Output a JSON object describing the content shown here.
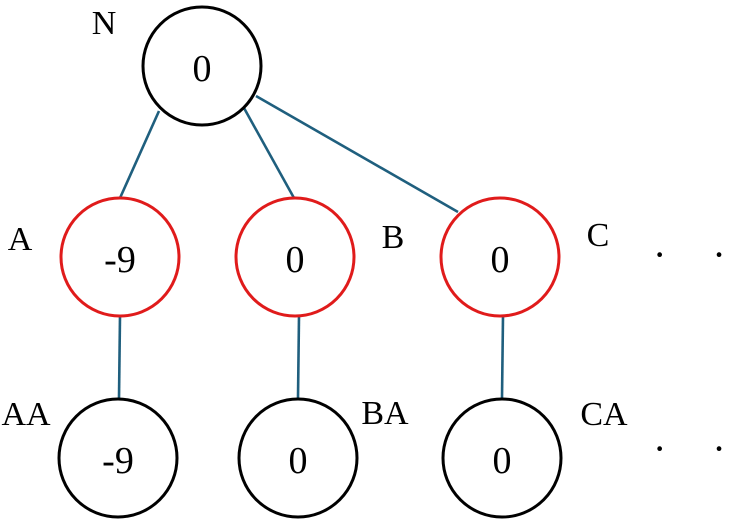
{
  "nodes": {
    "N": {
      "label": "N",
      "value": "0"
    },
    "A": {
      "label": "A",
      "value": "-9"
    },
    "B": {
      "label": "B",
      "value": "0"
    },
    "C": {
      "label": "C",
      "value": "0"
    },
    "AA": {
      "label": "AA",
      "value": "-9"
    },
    "BA": {
      "label": "BA",
      "value": "0"
    },
    "CA": {
      "label": "CA",
      "value": "0"
    }
  },
  "edges": [
    [
      "N",
      "A"
    ],
    [
      "N",
      "B"
    ],
    [
      "N",
      "C"
    ],
    [
      "A",
      "AA"
    ],
    [
      "B",
      "BA"
    ],
    [
      "C",
      "CA"
    ]
  ],
  "continuation": "· · ·",
  "colors": {
    "edge": "#1f5f7e",
    "highlight": "#e01b1b",
    "default": "#000000"
  }
}
